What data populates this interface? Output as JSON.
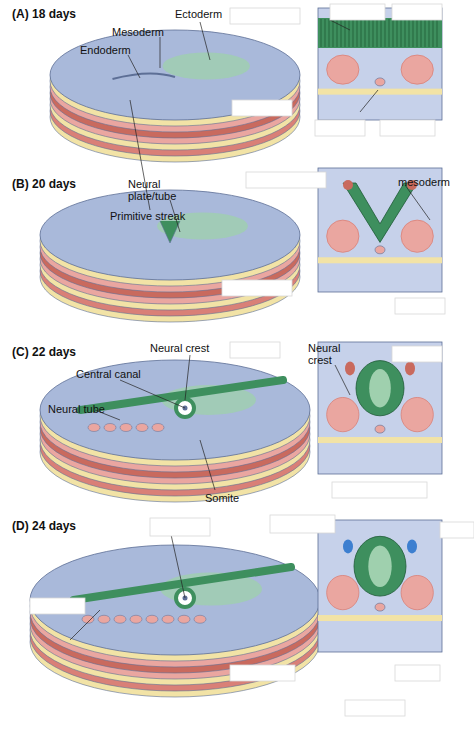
{
  "diagram": {
    "labels": [
      "(A) 18 days",
      "Ectoderm",
      "Mesoderm",
      "Endoderm",
      "Primitive streak",
      "(B) 20 days",
      "Neural plate/tube",
      "mesoderm",
      "(C) 22 days",
      "Neural crest",
      "Central canal",
      "Neural tube",
      "Somite",
      "Neural crest",
      "(D) 24 days"
    ]
  }
}
